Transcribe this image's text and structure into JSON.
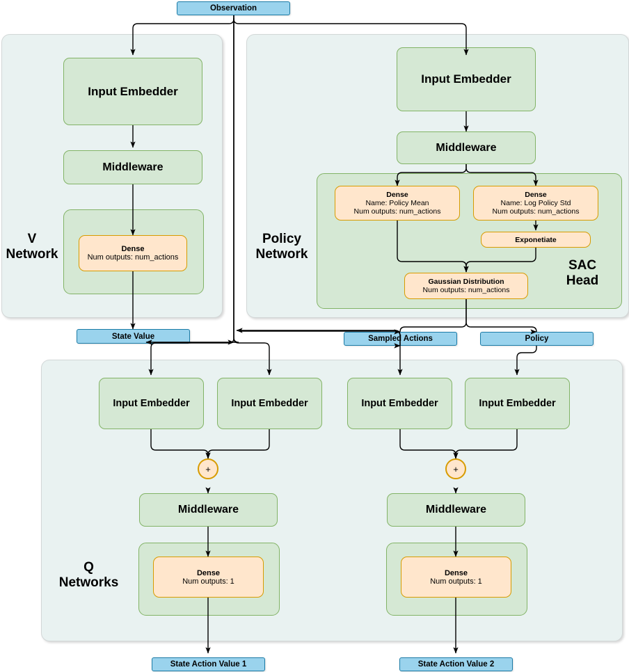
{
  "diagram": {
    "title": "Soft Actor-Critic (SAC) network architecture",
    "colors": {
      "group_fill": "#e9f2f1",
      "group_border": "#d2d7d7",
      "block_fill": "#d5e8d4",
      "block_border": "#82b366",
      "leaf_fill": "#ffe6cc",
      "leaf_border": "#d79b00",
      "io_fill": "#9ad3ed",
      "io_border": "#1b7ba6",
      "edge": "#000000"
    }
  },
  "io": {
    "observation": "Observation",
    "state_value": "State Value",
    "sampled_actions": "Sampled Actions",
    "policy": "Policy",
    "state_action_value_1": "State Action Value 1",
    "state_action_value_2": "State Action Value 2"
  },
  "v_network": {
    "label": "V\nNetwork",
    "input_embedder": "Input Embedder",
    "middleware": "Middleware",
    "dense": {
      "t1": "Dense",
      "t2": "Num outputs: num_actions"
    }
  },
  "policy_network": {
    "label": "Policy\nNetwork",
    "input_embedder": "Input Embedder",
    "middleware": "Middleware",
    "sac_head": {
      "label": "SAC\nHead",
      "policy_mean": {
        "t1": "Dense",
        "t2": "Name: Policy Mean",
        "t3": "Num outputs: num_actions"
      },
      "log_policy_std": {
        "t1": "Dense",
        "t2": "Name: Log Policy Std",
        "t3": "Num outputs: num_actions"
      },
      "exponetiate": "Exponetiate",
      "gaussian": {
        "t1": "Gaussian Distribution",
        "t2": "Num outputs: num_actions"
      }
    }
  },
  "q_networks": {
    "label": "Q\nNetworks",
    "embedders": [
      "Input Embedder",
      "Input Embedder",
      "Input Embedder",
      "Input Embedder"
    ],
    "plus_1": "+",
    "plus_2": "+",
    "middleware_1": "Middleware",
    "middleware_2": "Middleware",
    "dense_1": {
      "t1": "Dense",
      "t2": "Num outputs: 1"
    },
    "dense_2": {
      "t1": "Dense",
      "t2": "Num outputs: 1"
    }
  }
}
